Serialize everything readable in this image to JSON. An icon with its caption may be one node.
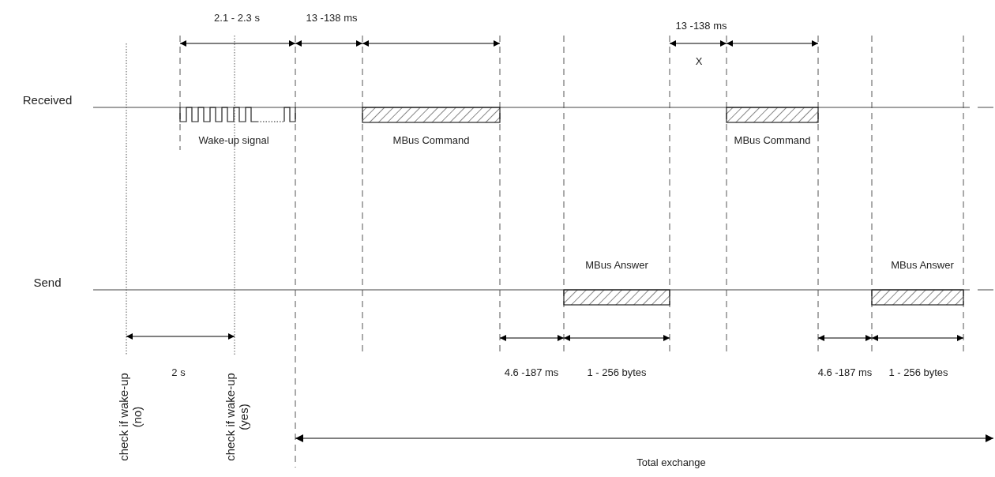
{
  "diagram": {
    "labels": [
      "2.1 - 2.3 s",
      "13 -138 ms",
      "13 -138 ms",
      "X",
      "Received",
      "Wake-up signal",
      "MBus Command",
      "MBus Command",
      "MBus Answer",
      "MBus Answer",
      "Send",
      "2 s",
      "4.6 -187 ms",
      "1 - 256 bytes",
      "4.6 -187 ms",
      "1 - 256 bytes",
      "check if wake-up (no)",
      "check if wake-up (yes)",
      "Total exchange"
    ]
  }
}
